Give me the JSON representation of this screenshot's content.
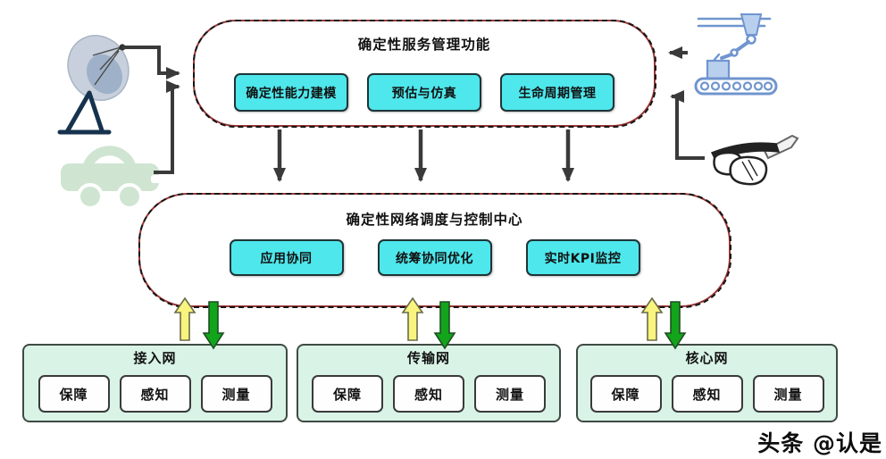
{
  "diagram": {
    "service_layer": {
      "title": "确定性服务管理功能",
      "modules": [
        "确定性能力建模",
        "预估与仿真",
        "生命周期管理"
      ]
    },
    "control_layer": {
      "title": "确定性网络调度与控制中心",
      "modules": [
        "应用协同",
        "统筹协同优化",
        "实时KPI监控"
      ]
    },
    "network_layers": [
      {
        "title": "接入网",
        "functions": [
          "保障",
          "感知",
          "测量"
        ]
      },
      {
        "title": "传输网",
        "functions": [
          "保障",
          "感知",
          "测量"
        ]
      },
      {
        "title": "核心网",
        "functions": [
          "保障",
          "感知",
          "测量"
        ]
      }
    ],
    "icons": [
      "satellite-dish-icon",
      "car-icon",
      "robot-arm-conveyor-icon",
      "smart-glasses-icon"
    ],
    "watermark": "头条 @认是",
    "colors": {
      "module_cyan": "#4ee7ec",
      "network_green": "#d9f4e6",
      "container_border_red": "#9b3535",
      "container_border_dash": "#151515",
      "up_arrow_yellow": "#f8f47e",
      "down_arrow_green": "#12a41b",
      "connector_black": "#3a3a3a",
      "icon_blue": "#7095cf",
      "icon_car_green": "#cfe5d2",
      "satellite_dish_gray": "#c7d0dc",
      "satellite_stand_navy": "#16324e"
    }
  }
}
